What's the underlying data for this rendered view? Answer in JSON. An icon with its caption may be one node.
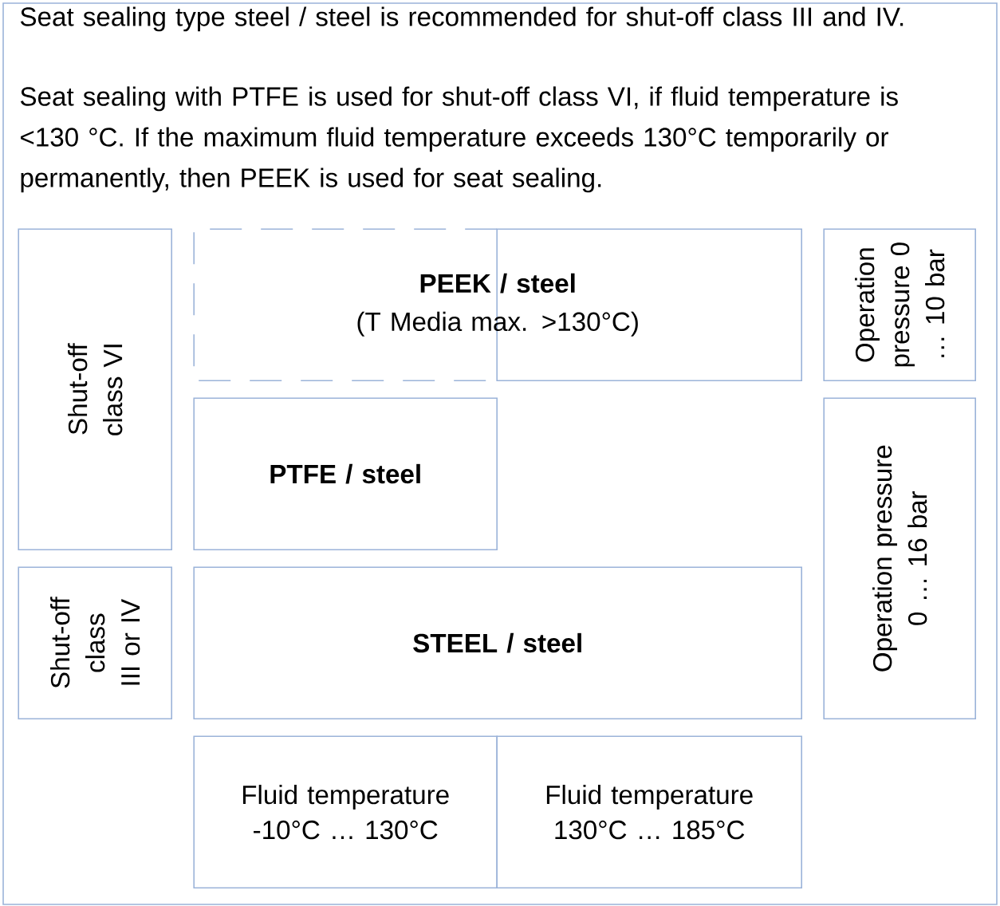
{
  "diagram": {
    "nodes": [
      {
        "text": [
          "Seat sealing type steel / steel is recommended for shut-off class III and IV.",
          "Seat sealing with PTFE is used for shut-off class VI, if fluid temperature is <130 °C. If the maximum fluid temperature exceeds 130°C temporarily or permanently, then PEEK is used for seat sealing."
        ]
      },
      {
        "text": [
          "Shut-off class VI"
        ],
        "in": 0
      },
      {
        "text": [
          "PEEK / steel",
          "(T Media max. >130°C)"
        ],
        "in": 0
      },
      {
        "text": [
          "Operation pressure 0 … 10 bar"
        ],
        "in": 0
      },
      {
        "text": [
          "PTFE / steel"
        ],
        "in": 0
      },
      {
        "text": [
          "Operation pressure 0 … 16 bar"
        ],
        "in": 0
      },
      {
        "text": [
          "Shut-off class III or IV"
        ],
        "in": 0
      },
      {
        "text": [
          "STEEL / steel"
        ],
        "in": 0
      },
      {
        "text": [
          "Fluid temperature -10°C … 130°C"
        ],
        "in": 0
      },
      {
        "text": [
          "Fluid temperature 130°C … 185°C"
        ],
        "in": 0
      }
    ]
  }
}
